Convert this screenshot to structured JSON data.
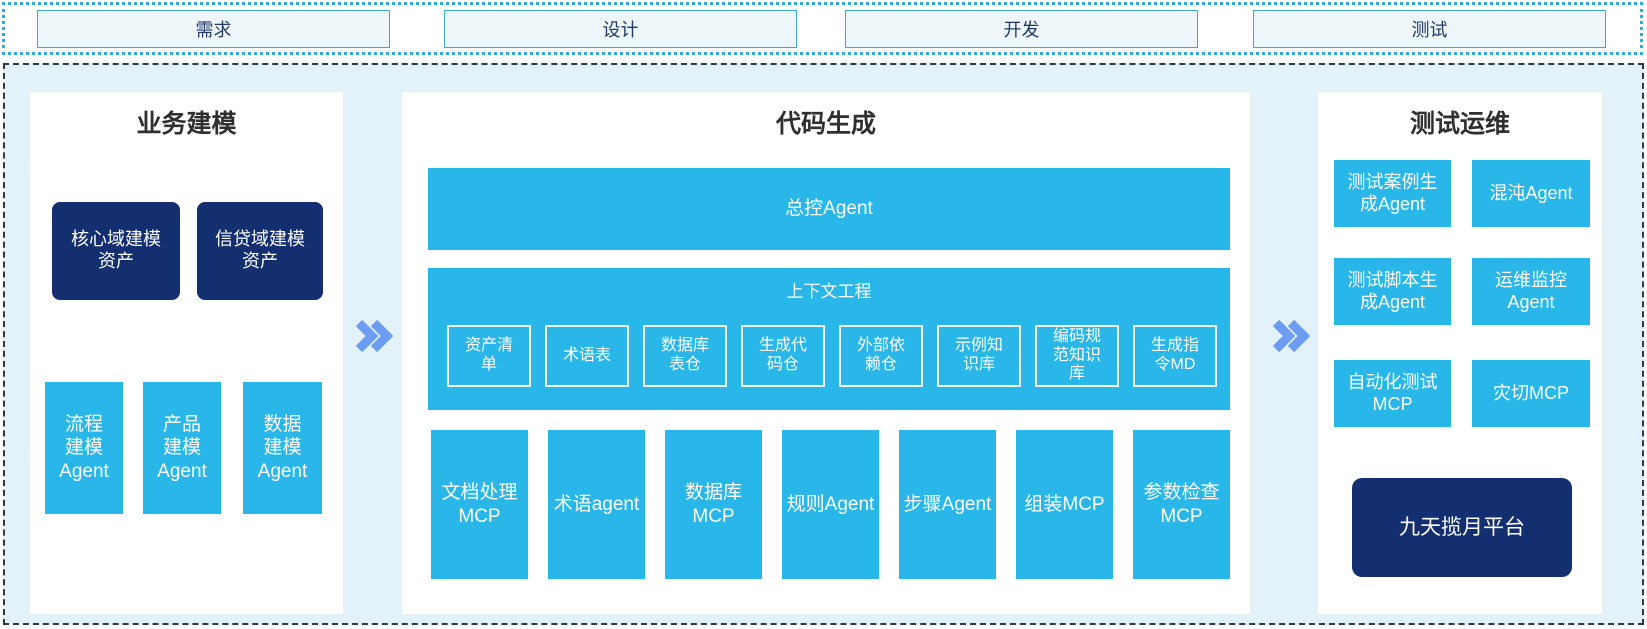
{
  "colors": {
    "cyan": "#29b7ea",
    "navy": "#142f6f",
    "arrow_blue": "#6d9df3",
    "container_bg": "#e3f1fa",
    "strip_border": "#2fabd9",
    "phase_box_bg": "#eff6fa",
    "phase_box_border": "#41a9cf",
    "phase_text": "#1f3a68",
    "title_text": "#2f2f2f"
  },
  "phases": [
    {
      "label": "需求"
    },
    {
      "label": "设计"
    },
    {
      "label": "开发"
    },
    {
      "label": "测试"
    }
  ],
  "business_modeling": {
    "title": "业务建模",
    "assets": [
      {
        "label": "核心域建模\n资产"
      },
      {
        "label": "信贷域建模\n资产"
      }
    ],
    "agents": [
      {
        "label": "流程\n建模\nAgent"
      },
      {
        "label": "产品\n建模\nAgent"
      },
      {
        "label": "数据\n建模\nAgent"
      }
    ]
  },
  "code_generation": {
    "title": "代码生成",
    "master_agent": "总控Agent",
    "context_engineering": {
      "title": "上下文工程",
      "items": [
        {
          "label": "资产清\n单"
        },
        {
          "label": "术语表"
        },
        {
          "label": "数据库\n表仓"
        },
        {
          "label": "生成代\n码仓"
        },
        {
          "label": "外部依\n赖仓"
        },
        {
          "label": "示例知\n识库"
        },
        {
          "label": "编码规\n范知识\n库"
        },
        {
          "label": "生成指\n令MD"
        }
      ]
    },
    "executors": [
      {
        "label": "文档处理\nMCP"
      },
      {
        "label": "术语agent"
      },
      {
        "label": "数据库\nMCP"
      },
      {
        "label": "规则Agent"
      },
      {
        "label": "步骤Agent"
      },
      {
        "label": "组装MCP"
      },
      {
        "label": "参数检查\nMCP"
      }
    ]
  },
  "test_ops": {
    "title": "测试运维",
    "boxes": [
      {
        "label": "测试案例生\n成Agent"
      },
      {
        "label": "混沌Agent"
      },
      {
        "label": "测试脚本生\n成Agent"
      },
      {
        "label": "运维监控\nAgent"
      },
      {
        "label": "自动化测试\nMCP"
      },
      {
        "label": "灾切MCP"
      }
    ],
    "platform": "九天揽月平台"
  }
}
